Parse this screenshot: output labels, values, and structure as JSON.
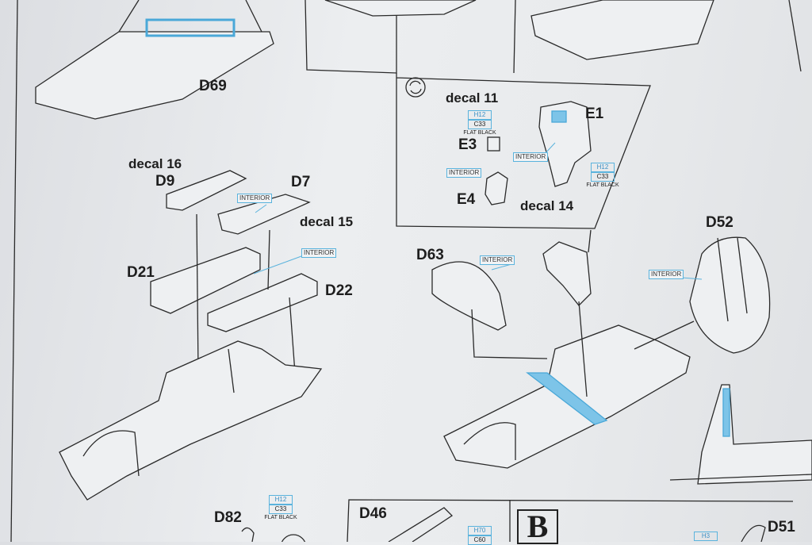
{
  "parts": {
    "d69": "D69",
    "e1": "E1",
    "e3": "E3",
    "e4": "E4",
    "d9": "D9",
    "d7": "D7",
    "d21": "D21",
    "d22": "D22",
    "d63": "D63",
    "d52": "D52",
    "d82": "D82",
    "d46": "D46",
    "d51": "D51"
  },
  "decals": {
    "decal11": "decal 11",
    "decal14": "decal 14",
    "decal16": "decal 16",
    "decal15": "decal 15"
  },
  "tags": {
    "interior": "INTERIOR"
  },
  "paints": {
    "flat_black": {
      "h": "H12",
      "c": "C33",
      "name": "FLAT BLACK"
    },
    "h70": {
      "h": "H70",
      "c": "C60"
    },
    "h3": {
      "h": "H3"
    }
  },
  "step_label": "B",
  "colors": {
    "accent": "#5ab3dd",
    "line": "#2a2a2a",
    "paper": "#e6e8ea"
  }
}
